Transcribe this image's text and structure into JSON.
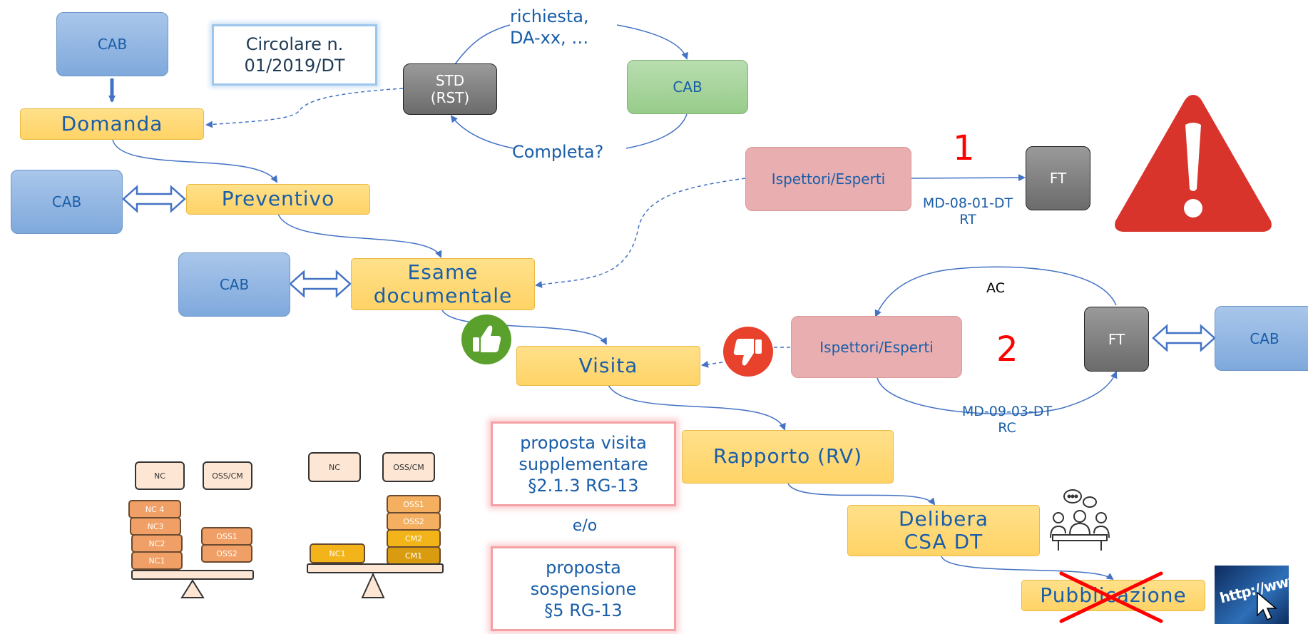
{
  "boxes": {
    "cab_top": "CAB",
    "cab_prev": "CAB",
    "cab_esame": "CAB",
    "cab_green": "CAB",
    "cab_right": "CAB",
    "circolare": "Circolare n. 01/2019/DT",
    "std": "STD\n(RST)",
    "domanda": "Domanda",
    "preventivo": "Preventivo",
    "esame": "Esame\ndocumentale",
    "visita": "Visita",
    "rapporto": "Rapporto (RV)",
    "delibera": "Delibera\nCSA DT",
    "pubblicazione": "Pubblicazione",
    "ispettori1": "Ispettori/Esperti",
    "ispettori2": "Ispettori/Esperti",
    "ft1": "FT",
    "ft2": "FT",
    "proposta_visita": "proposta visita\nsupplementare\n§2.1.3 RG-13",
    "proposta_sosp": "proposta\nsospensione\n§5 RG-13"
  },
  "labels": {
    "richiesta": "richiesta,\nDA-xx, …",
    "completa": "Completa?",
    "md08": "MD-08-01-DT\nRT",
    "md09": "MD-09-03-DT\nRC",
    "ac": "AC",
    "eo": "e/o",
    "step1": "1",
    "step2": "2"
  },
  "scales": {
    "left_heads": [
      "NC",
      "OSS/CM"
    ],
    "left_stack_a": [
      "NC 4",
      "NC3",
      "NC2",
      "NC1"
    ],
    "left_stack_b": [
      "OSS1",
      "OSS2"
    ],
    "right_heads": [
      "NC",
      "OSS/CM"
    ],
    "right_stack_a": [
      "NC1"
    ],
    "right_stack_b": [
      "OSS1",
      "OSS2",
      "CM2",
      "CM1"
    ]
  },
  "web_icon_text": "http://www",
  "colors": {
    "flow_blue": "#4472c4",
    "warning_red": "#d9342b",
    "thumb_up": "#5aa02c",
    "thumb_down": "#e8412c",
    "step_number": "#ff0000"
  }
}
